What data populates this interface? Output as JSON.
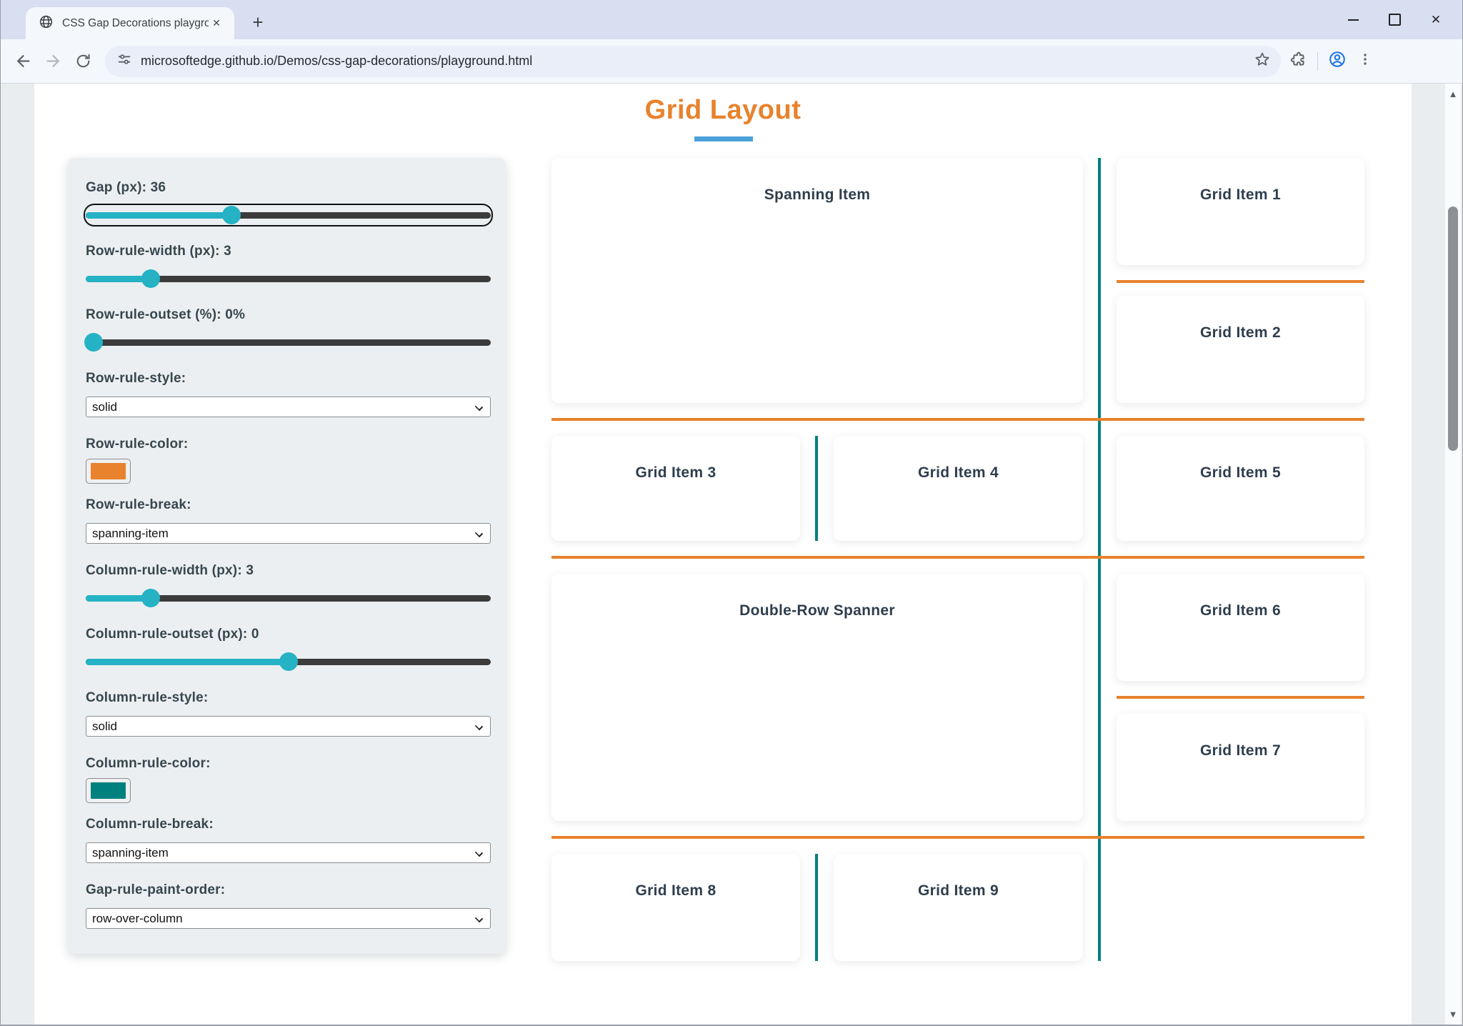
{
  "browser": {
    "tab_title": "CSS Gap Decorations playgroun",
    "url": "microsoftedge.github.io/Demos/css-gap-decorations/playground.html"
  },
  "page": {
    "title": "Grid Layout",
    "accent_orange": "#e8822d",
    "underline_blue": "#4ba1d9",
    "column_rule_teal": "#00807f",
    "slider_teal": "#25b2c4"
  },
  "controls": {
    "gap": {
      "label": "Gap (px): 36",
      "value": 36,
      "style": "--fill:36%"
    },
    "row_rule_width": {
      "label": "Row-rule-width (px): 3",
      "value": 3,
      "style": "--fill:16%"
    },
    "row_rule_outset": {
      "label": "Row-rule-outset (%): 0%",
      "value": 0,
      "style": "--fill:2%"
    },
    "row_rule_style": {
      "label": "Row-rule-style:",
      "value": "solid"
    },
    "row_rule_color": {
      "label": "Row-rule-color:",
      "value": "#e8822d",
      "style": "background:#e8822d"
    },
    "row_rule_break": {
      "label": "Row-rule-break:",
      "value": "spanning-item"
    },
    "column_rule_width": {
      "label": "Column-rule-width (px): 3",
      "value": 3,
      "style": "--fill:16%"
    },
    "column_rule_outset": {
      "label": "Column-rule-outset (px): 0",
      "value": 0,
      "style": "--fill:50%"
    },
    "column_rule_style": {
      "label": "Column-rule-style:",
      "value": "solid"
    },
    "column_rule_color": {
      "label": "Column-rule-color:",
      "value": "#00807f",
      "style": "background:#00807f"
    },
    "column_rule_break": {
      "label": "Column-rule-break:",
      "value": "spanning-item"
    },
    "gap_rule_paint_order": {
      "label": "Gap-rule-paint-order:",
      "value": "row-over-column"
    }
  },
  "grid": {
    "items": [
      {
        "label": "Spanning Item"
      },
      {
        "label": "Grid Item 1"
      },
      {
        "label": "Grid Item 2"
      },
      {
        "label": "Grid Item 3"
      },
      {
        "label": "Grid Item 4"
      },
      {
        "label": "Grid Item 5"
      },
      {
        "label": "Double-Row Spanner"
      },
      {
        "label": "Grid Item 6"
      },
      {
        "label": "Grid Item 7"
      },
      {
        "label": "Grid Item 8"
      },
      {
        "label": "Grid Item 9"
      }
    ]
  }
}
